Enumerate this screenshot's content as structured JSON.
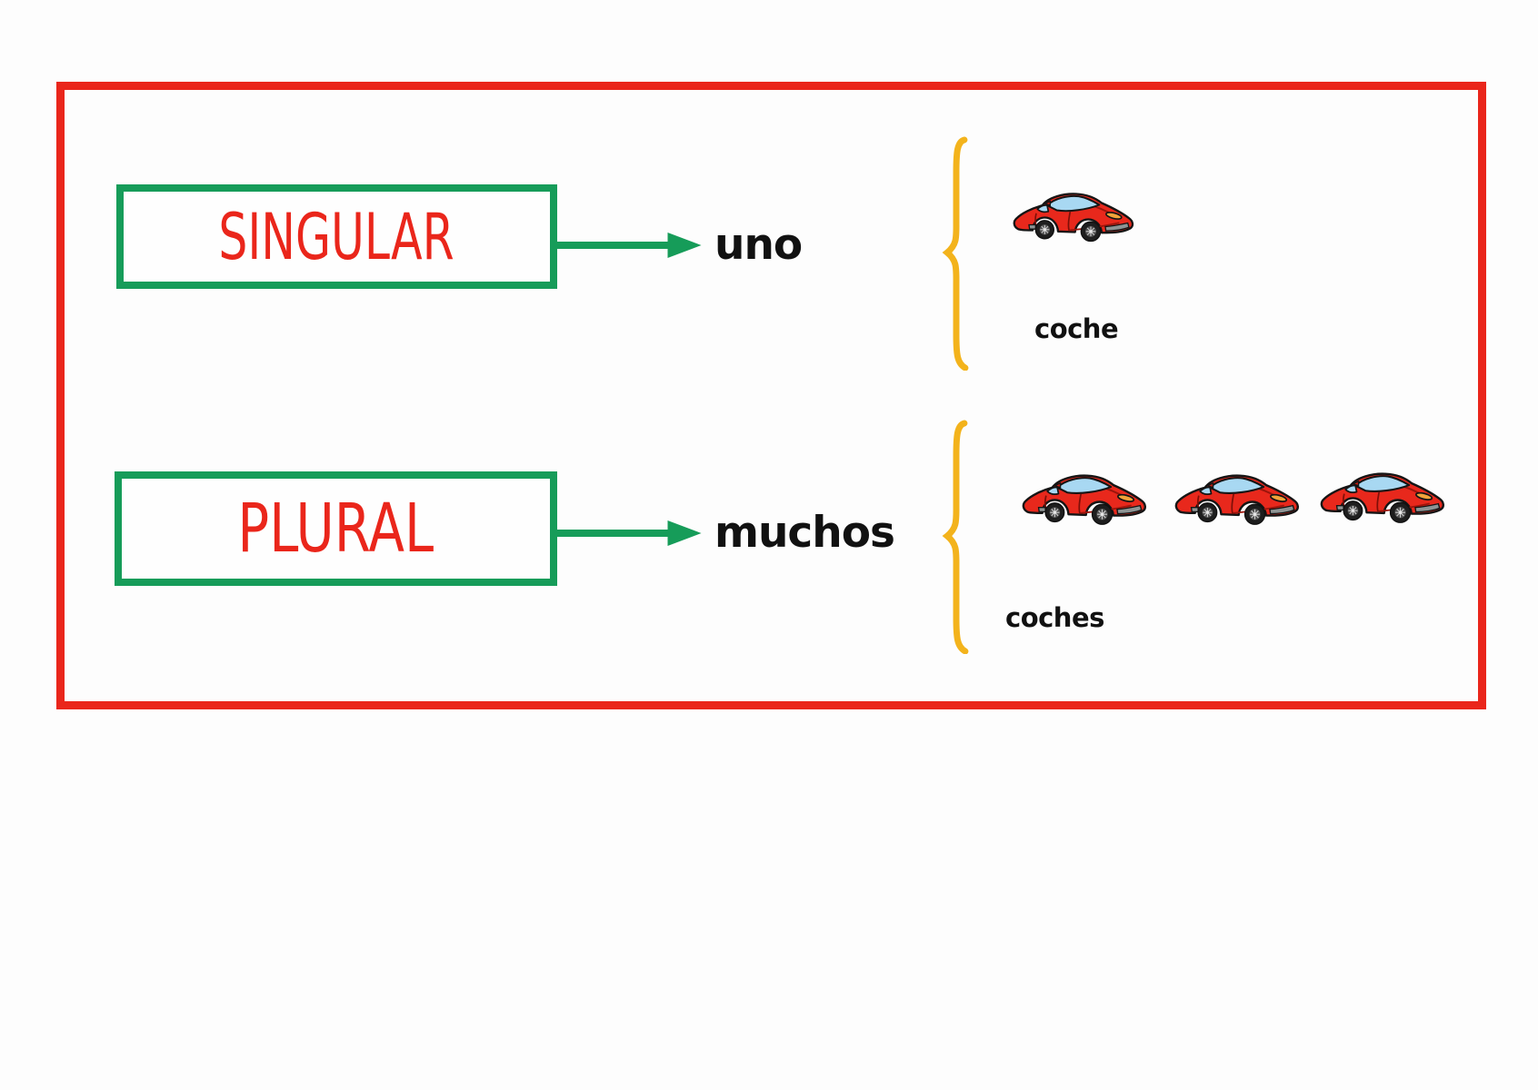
{
  "diagram": {
    "rows": [
      {
        "term": "SINGULAR",
        "quantifier": "uno",
        "example": "coche",
        "car_count": 1
      },
      {
        "term": "PLURAL",
        "quantifier": "muchos",
        "example": "coches",
        "car_count": 3
      }
    ],
    "icons": {
      "car": "red-sports-car-icon",
      "brace": "yellow-curly-brace-icon",
      "arrow": "green-right-arrow-icon"
    },
    "colors": {
      "frame_red": "#ea261b",
      "box_border_green": "#169c59",
      "term_text_red": "#ea261b",
      "arrow_green": "#169c59",
      "brace_yellow": "#f3b31c",
      "text_black": "#111111",
      "car_body_red": "#e8281c",
      "car_window_blue": "#a8d8f2",
      "car_headlight_orange": "#f2a33a",
      "background": "#fdfdfd"
    }
  }
}
